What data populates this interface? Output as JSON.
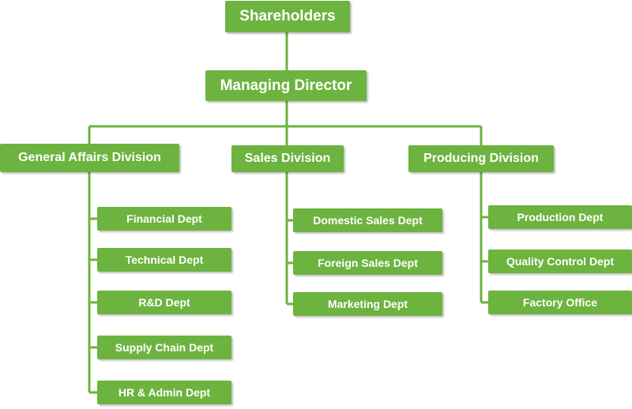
{
  "colors": {
    "box": "#6db33f",
    "line": "#6db33f",
    "text": "#ffffff"
  },
  "chart": {
    "root": "Shareholders",
    "director": "Managing Director",
    "divisions": [
      {
        "title": "General Affairs Division",
        "depts": [
          "Financial Dept",
          "Technical Dept",
          "R&D Dept",
          "Supply Chain Dept",
          "HR & Admin Dept"
        ]
      },
      {
        "title": "Sales Division",
        "depts": [
          "Domestic Sales Dept",
          "Foreign Sales Dept",
          "Marketing Dept"
        ]
      },
      {
        "title": "Producing Division",
        "depts": [
          "Production Dept",
          "Quality Control Dept",
          "Factory Office"
        ]
      }
    ]
  }
}
